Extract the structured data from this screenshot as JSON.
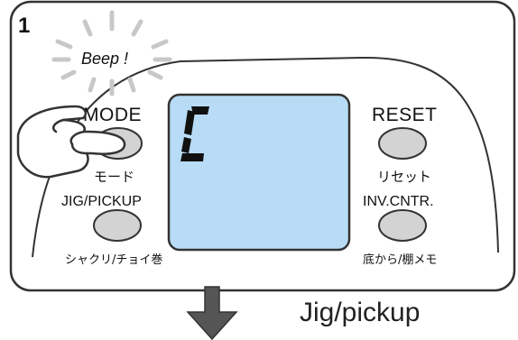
{
  "step_number": "1",
  "beep_text": "Beep !",
  "display": {
    "char": "C",
    "lcd_color": "#b8dcf5"
  },
  "buttons": {
    "mode": {
      "label": "MODE",
      "sub": "モード"
    },
    "reset": {
      "label": "RESET",
      "sub": "リセット"
    },
    "jig_pickup": {
      "label": "JIG/PICKUP",
      "sub": "シャクリ/チョイ巻"
    },
    "inv_cntr": {
      "label": "INV.CNTR.",
      "sub": "底から/棚メモ"
    }
  },
  "caption": "Jig/pickup",
  "colors": {
    "button_fill": "#d3d3d3",
    "beep_glow": "#c8c8c8",
    "arrow_fill": "#555555"
  }
}
